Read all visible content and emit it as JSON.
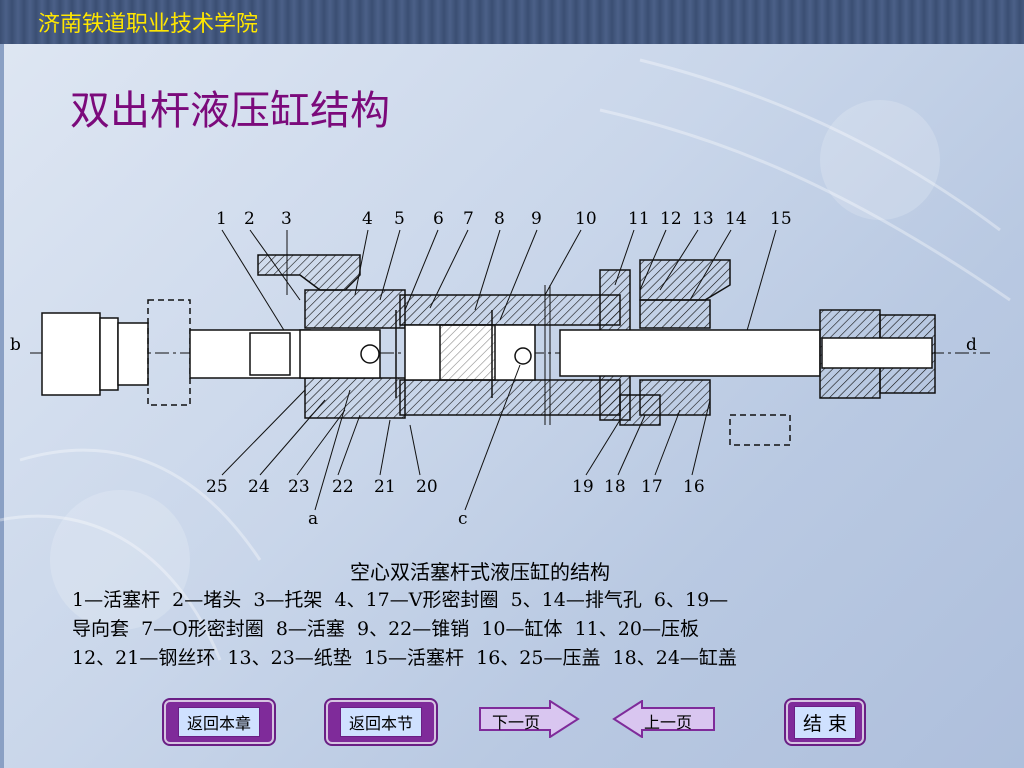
{
  "header": {
    "school": "济南铁道职业技术学院"
  },
  "page": {
    "title": "双出杆液压缸结构"
  },
  "figure": {
    "top_numbers": [
      "1",
      "2",
      "3",
      "4",
      "5",
      "6",
      "7",
      "8",
      "9",
      "10",
      "11",
      "12",
      "13",
      "14",
      "15"
    ],
    "bottom_numbers": [
      "25",
      "24",
      "23",
      "22",
      "21",
      "20",
      "19",
      "18",
      "17",
      "16"
    ],
    "letters": [
      "a",
      "b",
      "c",
      "d"
    ],
    "caption": "空心双活塞杆式液压缸的结构"
  },
  "legend": [
    "1—活塞杆  2—堵头  3—托架  4、17—V形密封圈  5、14—排气孔  6、19—",
    "导向套  7—O形密封圈  8—活塞  9、22—锥销  10—缸体  11、20—压板",
    "12、21—钢丝环  13、23—纸垫  15—活塞杆  16、25—压盖  18、24—缸盖"
  ],
  "nav": {
    "back_chapter": "返回本章",
    "back_section": "返回本节",
    "next": "下一页",
    "prev": "上一页",
    "end": "结 束"
  }
}
